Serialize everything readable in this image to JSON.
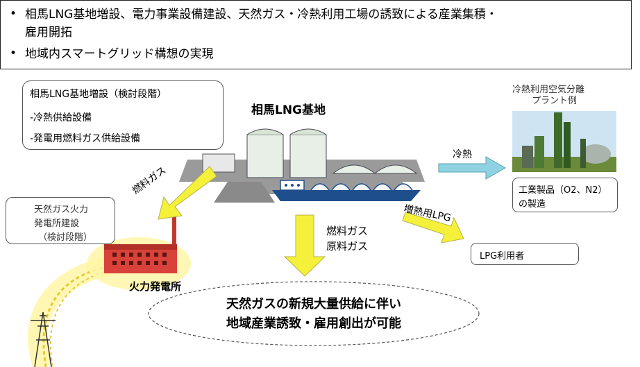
{
  "bullets": [
    {
      "line1": "相馬LNG基地増設、電力事業設備建設、天然ガス・冷熱利用工場の誘致による産業集積・",
      "line2": "雇用開拓"
    },
    {
      "line1": "地域内スマートグリッド構想の実現"
    }
  ],
  "bullet_glyph": "•",
  "expansion_box": {
    "title": "相馬LNG基地増設（検討段階）",
    "items": [
      "-冷熱供給設備",
      "-発電用燃料ガス供給設備"
    ]
  },
  "base_title": "相馬LNG基地",
  "power_plant_box": {
    "lines": [
      "天然ガス火力",
      "発電所建設",
      "（検討段階）"
    ]
  },
  "power_plant_label": "火力発電所",
  "arrow_labels": {
    "fuel_gas_left": "燃料ガス",
    "cold": "冷熱",
    "lpg": "増熱用LPG",
    "fuel_gas_down": "燃料ガス",
    "raw_gas_down": "原料ガス"
  },
  "air_plant_caption": {
    "line1": "冷熱利用空気分離",
    "line2": "プラント例"
  },
  "industrial_box": {
    "line1": "工業製品（O2、N2）",
    "line2": "の製造"
  },
  "lpg_user_box": "LPG利用者",
  "summary_ellipse": {
    "line1": "天然ガスの新規大量供給に伴い",
    "line2": "地域産業誘致・雇用創出が可能"
  },
  "colors": {
    "arrow_yellow": "#f5f03a",
    "arrow_blue": "#8fd3e3",
    "platform_gray": "#9a9a9a",
    "ship_blue": "#1f4e8c",
    "tank_fill": "#e8efe6",
    "factory_red": "#d8423a",
    "glow_yellow": "#fff7a8"
  }
}
